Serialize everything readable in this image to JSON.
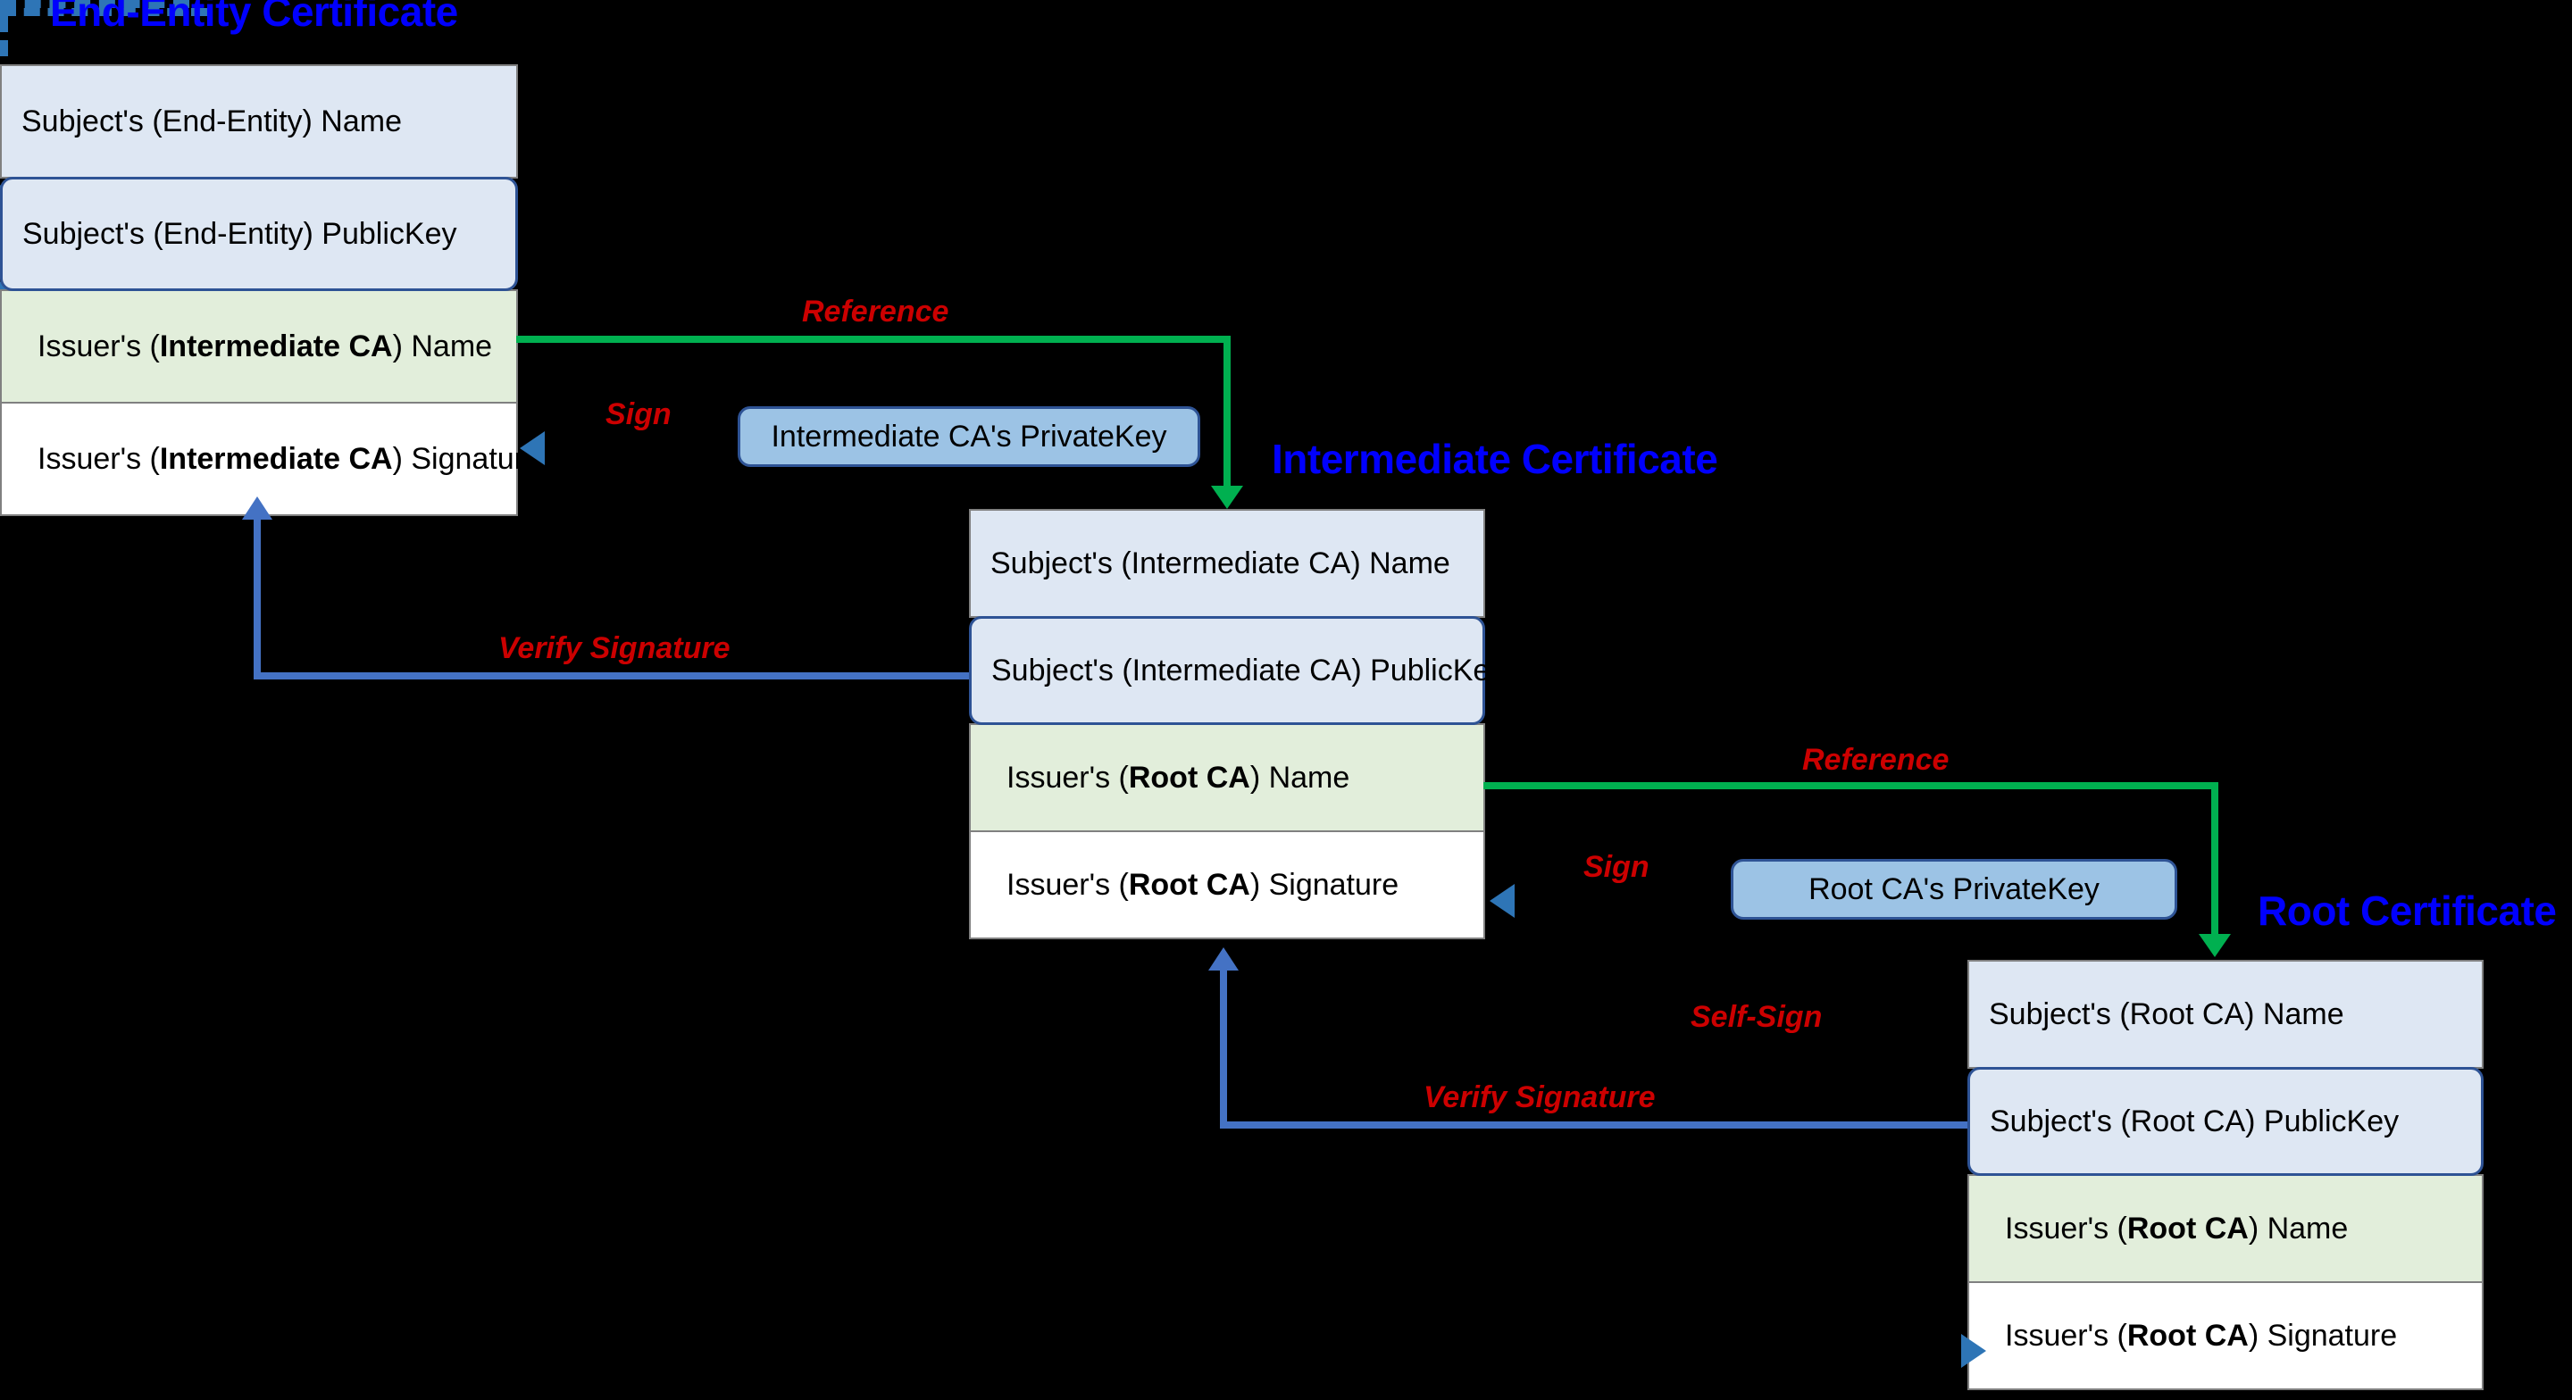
{
  "background_color": "#000000",
  "palette": {
    "title_blue": "#0000ff",
    "label_red": "#cc0000",
    "reference_green": "#00b050",
    "verify_blue": "#4472c4",
    "sign_blue": "#2e75b6",
    "row_name_fill": "#dee7f3",
    "row_pubkey_fill": "#dee7f3",
    "row_issuer_fill": "#e2eedb",
    "row_signature_fill": "#ffffff",
    "privatekey_fill": "#9cc3e5",
    "row_border": "#808080",
    "pubkey_border": "#2e5395"
  },
  "certificates": [
    {
      "id": "end-entity",
      "title": "End-Entity Certificate",
      "rows": [
        {
          "kind": "name",
          "text": "Subject's (End-Entity) Name"
        },
        {
          "kind": "pubkey",
          "text": "Subject's (End-Entity) PublicKey"
        },
        {
          "kind": "issuer",
          "prefix": "Issuer's (",
          "strong": "Intermediate CA",
          "suffix": ") Name"
        },
        {
          "kind": "signature",
          "prefix": "Issuer's (",
          "strong": "Intermediate CA",
          "suffix": ") Signature"
        }
      ]
    },
    {
      "id": "intermediate",
      "title": "Intermediate Certificate",
      "rows": [
        {
          "kind": "name",
          "text": "Subject's (Intermediate CA) Name"
        },
        {
          "kind": "pubkey",
          "text": "Subject's (Intermediate CA) PublicKey"
        },
        {
          "kind": "issuer",
          "prefix": "Issuer's (",
          "strong": "Root CA",
          "suffix": ") Name"
        },
        {
          "kind": "signature",
          "prefix": "Issuer's (",
          "strong": "Root CA",
          "suffix": ") Signature"
        }
      ]
    },
    {
      "id": "root",
      "title": "Root Certificate",
      "rows": [
        {
          "kind": "name",
          "text": "Subject's (Root CA) Name"
        },
        {
          "kind": "pubkey",
          "text": "Subject's (Root CA) PublicKey"
        },
        {
          "kind": "issuer",
          "prefix": "Issuer's (",
          "strong": "Root CA",
          "suffix": ") Name"
        },
        {
          "kind": "signature",
          "prefix": "Issuer's (",
          "strong": "Root CA",
          "suffix": ") Signature"
        }
      ]
    }
  ],
  "private_keys": [
    {
      "id": "intermediate-ca-privatekey",
      "label": "Intermediate CA's PrivateKey"
    },
    {
      "id": "root-ca-privatekey",
      "label": "Root CA's PrivateKey"
    }
  ],
  "edge_labels": {
    "reference_top": "Reference",
    "reference_bottom": "Reference",
    "sign_intermediate": "Sign",
    "sign_root": "Sign",
    "self_sign": "Self-Sign",
    "verify_top": "Verify Signature",
    "verify_bottom": "Verify Signature"
  }
}
